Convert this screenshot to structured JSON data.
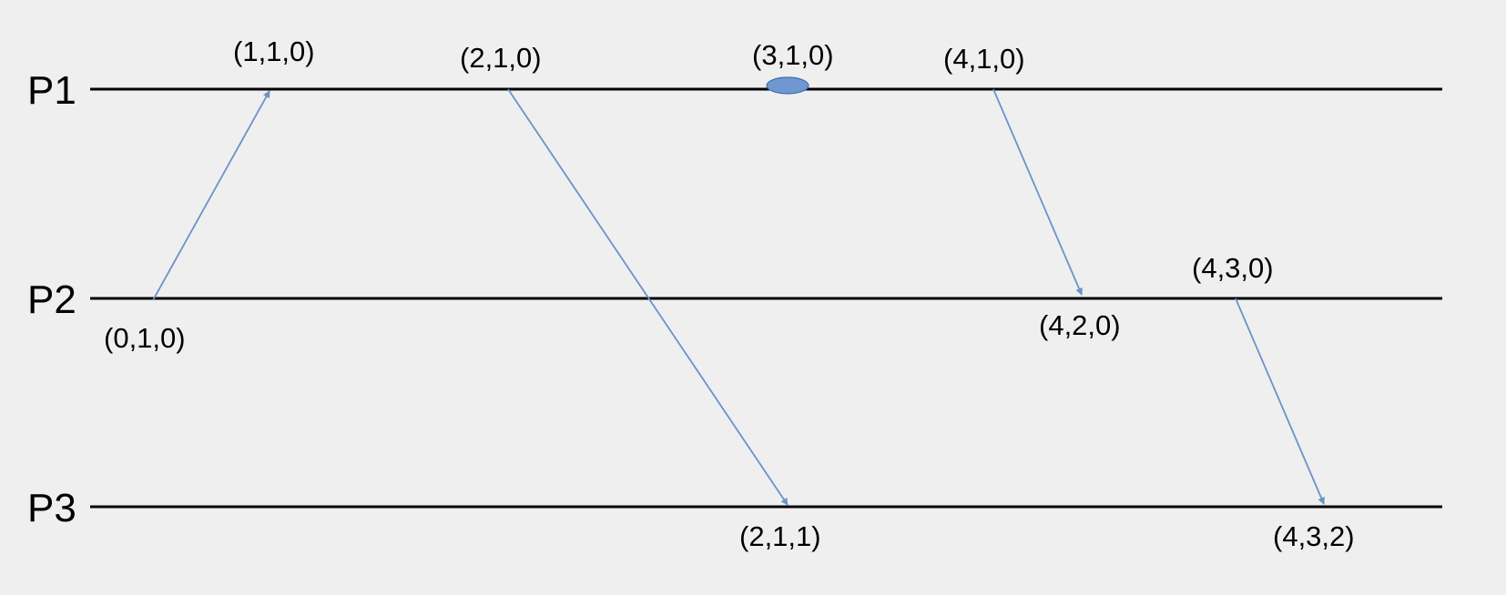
{
  "processes": [
    {
      "label": "P1"
    },
    {
      "label": "P2"
    },
    {
      "label": "P3"
    }
  ],
  "timestamps": {
    "p1_e1": "(1,1,0)",
    "p1_e2": "(2,1,0)",
    "p1_e3": "(3,1,0)",
    "p1_e4": "(4,1,0)",
    "p2_e1": "(0,1,0)",
    "p2_e2": "(4,2,0)",
    "p2_e3": "(4,3,0)",
    "p3_e1": "(2,1,1)",
    "p3_e2": "(4,3,2)"
  },
  "colors": {
    "background": "#efefef",
    "timeline": "#000000",
    "message": "#6b93c9",
    "internal_event_fill": "#6f98d2"
  }
}
